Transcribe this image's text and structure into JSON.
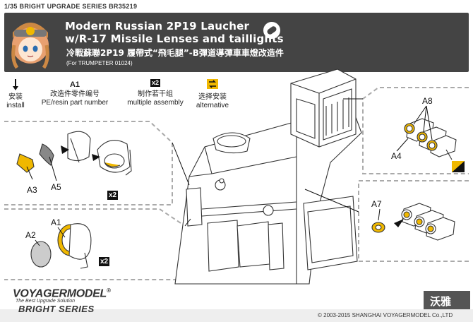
{
  "header": {
    "series_line": "1/35 BRIGHT UPGRADE SERIES BR35219",
    "title_line1": "Modern Russian 2P19 Laucher",
    "title_line2": "w/R-17 Missile Lenses and taillights",
    "chinese_title": "冷戰蘇聯2P19 履帶式“飛毛腿”-B彈道導彈車車燈改造件",
    "for_kit": "(For TRUMPETER 01024)"
  },
  "legend": [
    {
      "cn": "安装",
      "en": "install",
      "icon": "arrow-down-icon"
    },
    {
      "code": "A1",
      "cn": "改造件零件编号",
      "en": "PE/resin part number"
    },
    {
      "badge": "x2",
      "cn": "制作若干组",
      "en": "multiple assembly"
    },
    {
      "cn": "选择安装",
      "en": "alternative",
      "icon": "alternative-icon"
    }
  ],
  "callouts": {
    "a3": "A3",
    "a5": "A5",
    "x2_left": "x2",
    "a1": "A1",
    "a2": "A2",
    "x2_bottom": "x2",
    "a8": "A8",
    "a4": "A4",
    "a7": "A7"
  },
  "footer": {
    "brand": "VOYAGERMODEL",
    "registered": "®",
    "slogan": "The Best Upgrade Solution",
    "series": "BRIGHT SERIES",
    "brand_cn": "沃雅",
    "copyright": "© 2003-2015 SHANGHAI VOYAGERMODEL Co.,LTD"
  },
  "colors": {
    "header_bg": "#444444",
    "accent_yellow": "#f0b800",
    "dash": "#aaaaaa"
  }
}
